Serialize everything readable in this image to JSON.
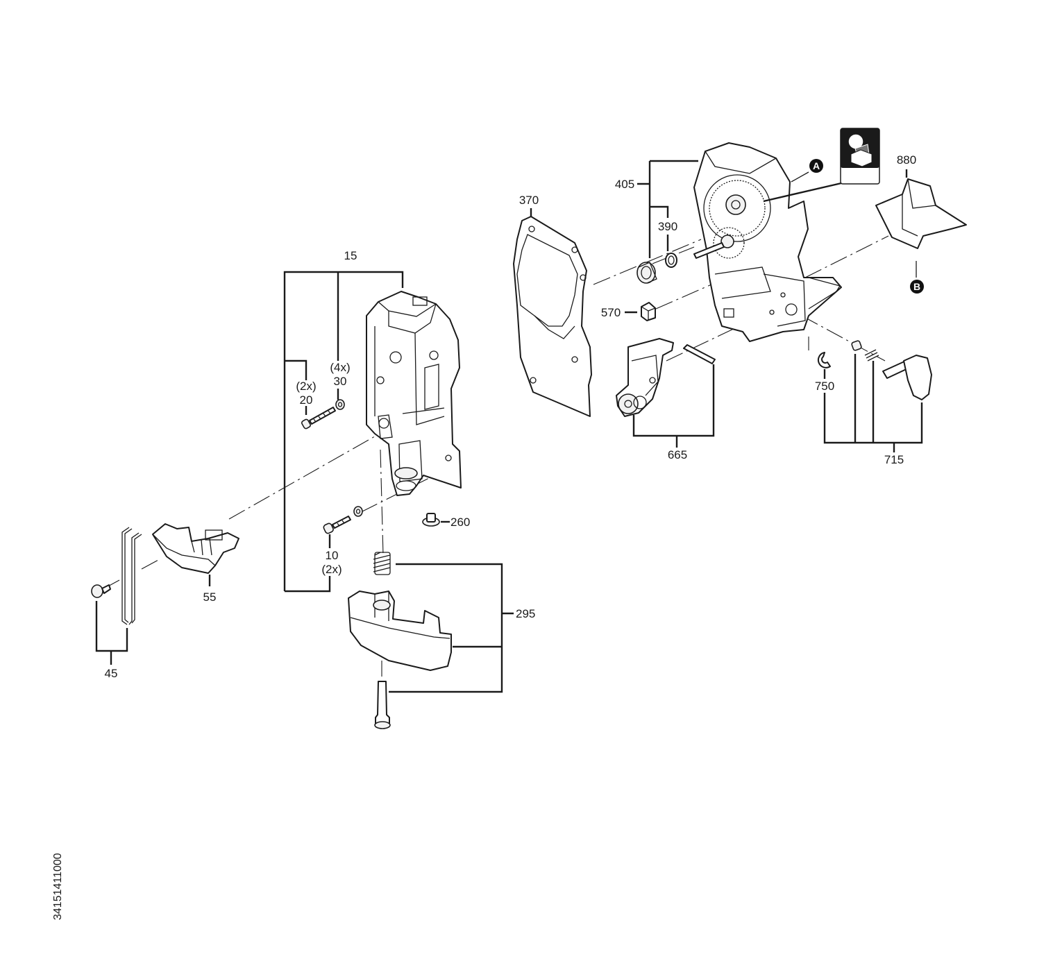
{
  "labels": {
    "p15": "15",
    "p4x": "(4x)",
    "p30": "30",
    "p2x_a": "(2x)",
    "p20": "20",
    "p10": "10",
    "p2x_b": "(2x)",
    "p260": "260",
    "p295": "295",
    "p55": "55",
    "p45": "45",
    "p370": "370",
    "p405": "405",
    "p390": "390",
    "p570": "570",
    "p880": "880",
    "p665": "665",
    "p750": "750",
    "p715": "715"
  },
  "callouts": {
    "a": "A",
    "b": "B"
  },
  "doc_number": "34151411000",
  "icons": {
    "service_hint": "grinder-cleaning-icon"
  }
}
